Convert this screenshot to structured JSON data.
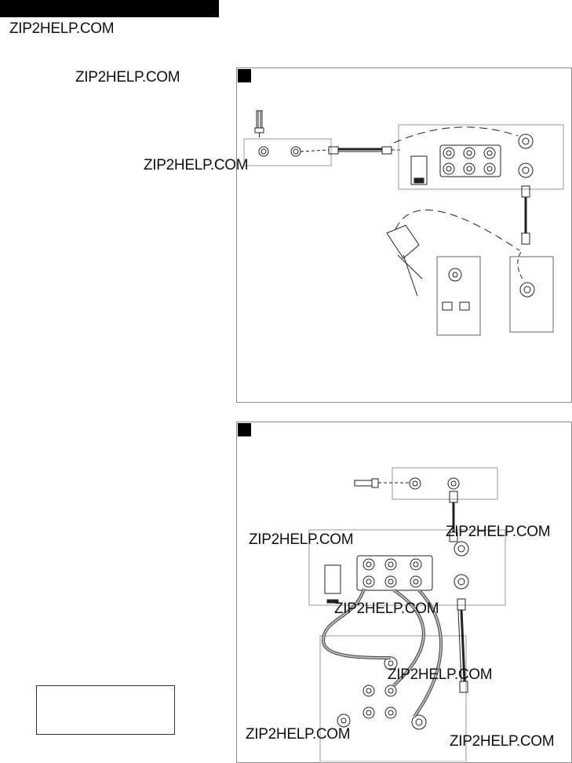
{
  "watermarks": [
    "ZIP2HELP.COM",
    "ZIP2HELP.COM",
    "ZIP2HELP.COM",
    "ZIP2HELP.COM",
    "ZIP2HELP.COM",
    "ZIP2HELP.COM",
    "ZIP2HELP.COM",
    "ZIP2HELP.COM",
    "ZIP2HELP.COM"
  ]
}
